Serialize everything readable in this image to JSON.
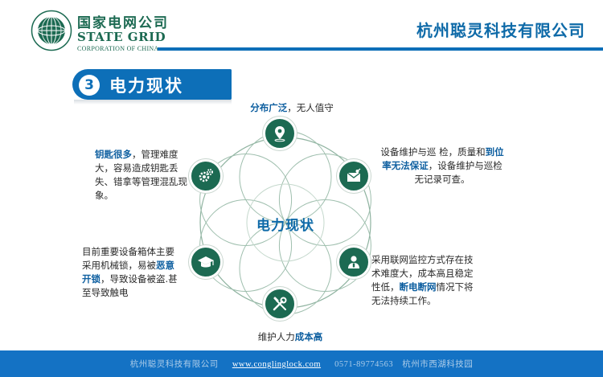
{
  "header": {
    "logo_cn": "国家电网公司",
    "logo_en": "STATE GRID",
    "logo_sub": "CORPORATION OF CHINA",
    "company": "杭州聪灵科技有限公司"
  },
  "section": {
    "number": "3",
    "title": "电力现状"
  },
  "diagram": {
    "center": "电力现状",
    "nodes": [
      {
        "icon": "location-pin-icon"
      },
      {
        "icon": "mail-envelope-icon"
      },
      {
        "icon": "user-support-icon"
      },
      {
        "icon": "tools-wrench-screwdriver-icon"
      },
      {
        "icon": "graduation-cap-icon"
      },
      {
        "icon": "gears-icon"
      }
    ]
  },
  "points": {
    "top": {
      "b1": "分布广泛",
      "p1": "，无人值守"
    },
    "top_left": {
      "b1": "钥匙很多",
      "p1": "，管理难度大，容易造成钥匙丢失、错拿等管理混乱现象。"
    },
    "top_right": {
      "p1": "设备维护与巡 检，质量和",
      "b1": "到位率无法保证",
      "p2": "，设备维护与巡检无记录可查。"
    },
    "bottom_left": {
      "p1": "目前重要设备箱体主要采用机械锁，易被",
      "b1": "恶意开锁",
      "p2": "，导致设备被盗.甚至导致触电"
    },
    "bottom_right": {
      "p1": "采用联网监控方式存在技术难度大，成本高且稳定性低，",
      "b1": "断电断网",
      "p2": "情况下将无法持续工作。"
    },
    "bottom": {
      "p1": "维护人力",
      "b1": "成本高"
    }
  },
  "footer": {
    "company": "杭州聪灵科技有限公司",
    "url": "www.conglinglock.com",
    "phone": "0571-89774563",
    "address": "杭州市西湖科技园"
  },
  "colors": {
    "brand_blue": "#0d6fb8",
    "brand_green": "#1c6a52",
    "footer_blue": "#1472c4"
  }
}
